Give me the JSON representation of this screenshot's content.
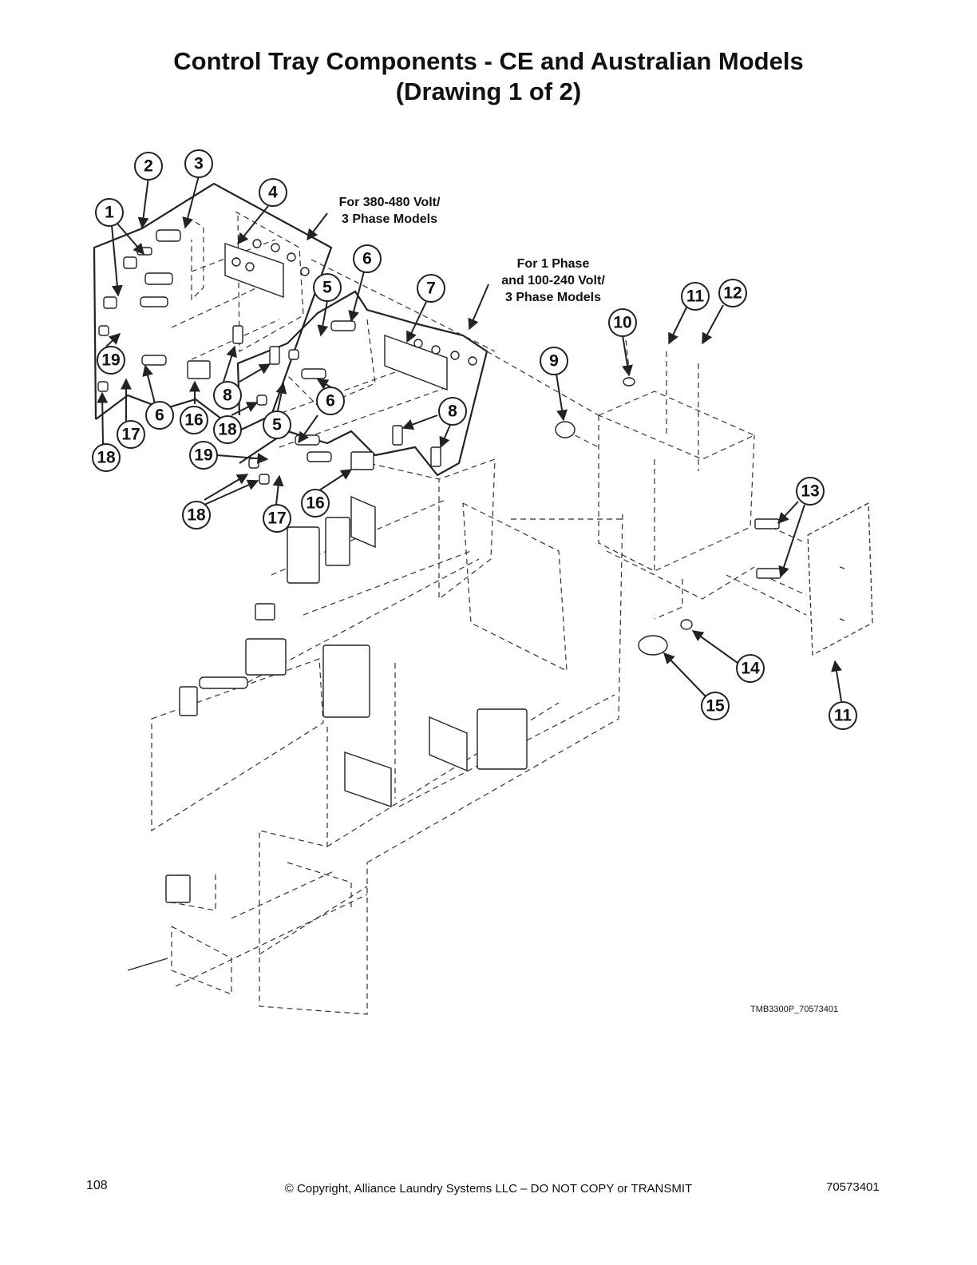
{
  "title": {
    "line1": "Control Tray Components - CE and Australian Models",
    "line2": "(Drawing 1 of 2)"
  },
  "notes": {
    "high_voltage_line1": "For 380-480 Volt/",
    "high_voltage_line2": "3 Phase Models",
    "low_voltage_line1": "For 1 Phase",
    "low_voltage_line2": "and 100-240 Volt/",
    "low_voltage_line3": "3 Phase Models"
  },
  "callouts": [
    "1",
    "2",
    "3",
    "4",
    "5",
    "6",
    "7",
    "8",
    "9",
    "10",
    "11",
    "12",
    "13",
    "14",
    "15",
    "16",
    "17",
    "18",
    "19"
  ],
  "drawing_id": "TMB3300P_70573401",
  "footer": {
    "page_number": "108",
    "copyright": "© Copyright, Alliance Laundry Systems LLC – DO NOT COPY or TRANSMIT",
    "doc_number": "70573401"
  }
}
